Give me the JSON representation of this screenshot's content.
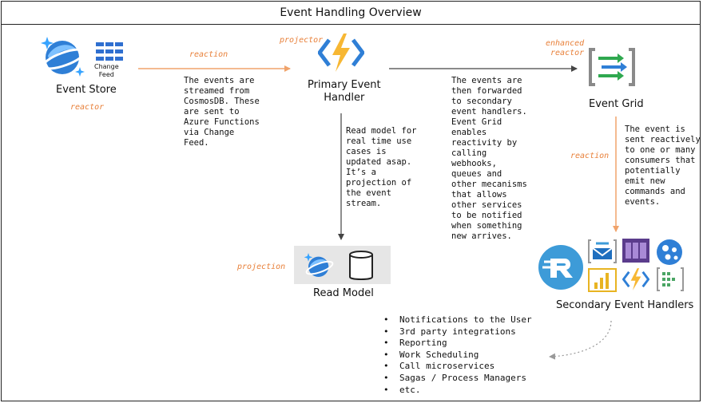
{
  "title": "Event Handling Overview",
  "nodes": {
    "event_store": "Event Store",
    "change_feed": "Change\nFeed",
    "primary_handler": "Primary Event\nHandler",
    "event_grid": "Event Grid",
    "read_model": "Read Model",
    "secondary_handlers": "Secondary Event Handlers"
  },
  "roles": {
    "reactor": "reactor",
    "reaction_1": "reaction",
    "projector": "projector",
    "enhanced_reactor": "enhanced\nreactor",
    "reaction_2": "reaction",
    "projection": "projection"
  },
  "notes": {
    "streamed": "The events are\nstreamed from\nCosmosDB. These\nare sent to\nAzure Functions\nvia Change\nFeed.",
    "read_model": "Read model for\nreal time use\ncases is\nupdated asap.\nIt’s a\nprojection of\nthe event\nstream.",
    "forwarded": "The events are\nthen forwarded\nto secondary\nevent handlers.\nEvent Grid\nenables\nreactivity by\ncalling\nwebhooks,\nqueues and\nother mecanisms\nthat allows\nother services\nto be notified\nwhen something\nnew arrives.",
    "reactive": "The event is\nsent reactively\nto one or many\nconsumers that\npotentially\nemit new\ncommands and\nevents."
  },
  "consumers": [
    "Notifications to the User",
    "3rd party integrations",
    "Reporting",
    "Work Scheduling",
    "Call microservices",
    "Sagas / Process Managers",
    "etc."
  ],
  "colors": {
    "orange_arrow": "#f0a36b",
    "gray_arrow": "#444444",
    "role_text": "#e8803a",
    "azure_blue": "#2f7fd6"
  },
  "icons": [
    "cosmos-db-icon",
    "change-feed-icon",
    "azure-functions-icon",
    "event-grid-icon",
    "database-icon",
    "logic-apps-icon",
    "service-bus-icon",
    "power-bi-icon",
    "hdinsight-icon",
    "azure-service-icon",
    "event-hubs-icon"
  ]
}
